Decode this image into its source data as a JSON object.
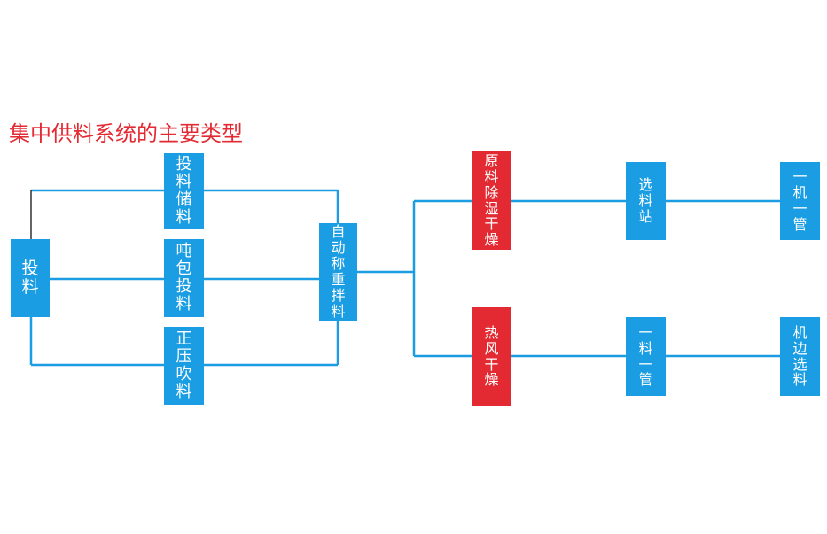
{
  "title": "集中供料系统的主要类型",
  "colors": {
    "accent_blue": "#1a9de3",
    "accent_red": "#e32a33",
    "line": "#1a9de3",
    "connector_dark": "#333333",
    "title": "#e32a33"
  },
  "nodes": {
    "feed": "投料",
    "hopper_storage": "投料储料",
    "ton_bag_feed": "吨包投料",
    "positive_pressure": "正压吹料",
    "auto_weigh_mix": "自动称重拌料",
    "raw_dry": "原料除湿干燥",
    "hot_air_dry": "热风干燥",
    "selection_station": "选料站",
    "one_material_one_pipe": "一料一管",
    "one_machine_one_pipe": "一机一管",
    "machine_side_select": "机边选料"
  }
}
